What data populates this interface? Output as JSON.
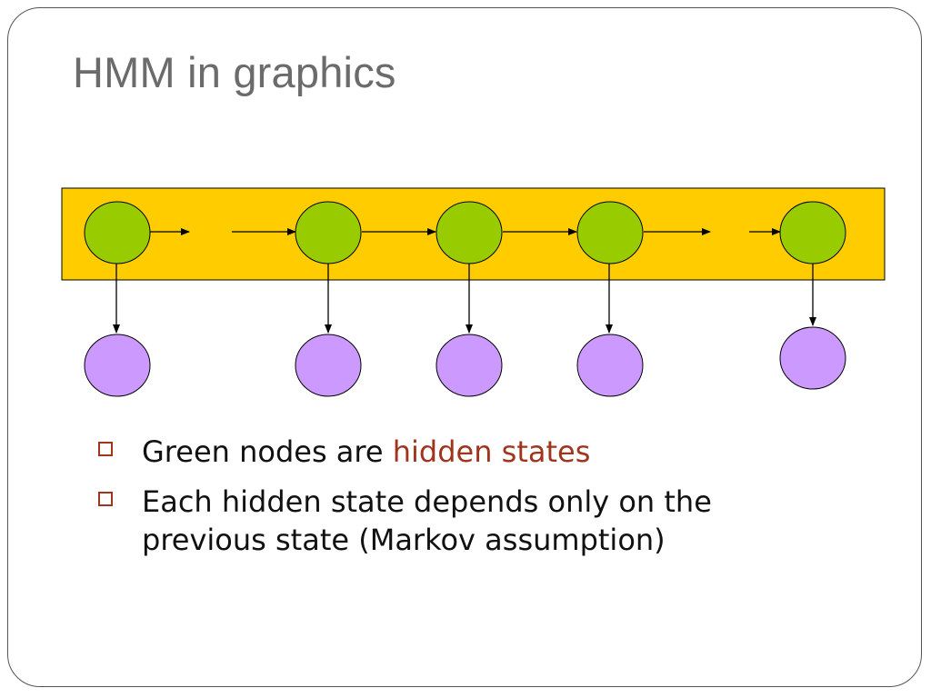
{
  "slide": {
    "title": "HMM in graphics"
  },
  "bullets": [
    {
      "prefix": "Green nodes are ",
      "highlight": "hidden states",
      "suffix": ""
    },
    {
      "prefix": "Each hidden state depends only on the previous state (Markov assumption)",
      "highlight": "",
      "suffix": ""
    }
  ],
  "diagram": {
    "hidden_node_count": 5,
    "observed_node_count": 5,
    "colors": {
      "band_fill": "#ffcc00",
      "hidden_node_fill": "#99cc00",
      "observed_node_fill": "#cc99ff",
      "edge": "#000000",
      "accent_text": "#a0351e"
    }
  },
  "icons": {
    "bullet": "hollow-square-bullet-icon"
  }
}
